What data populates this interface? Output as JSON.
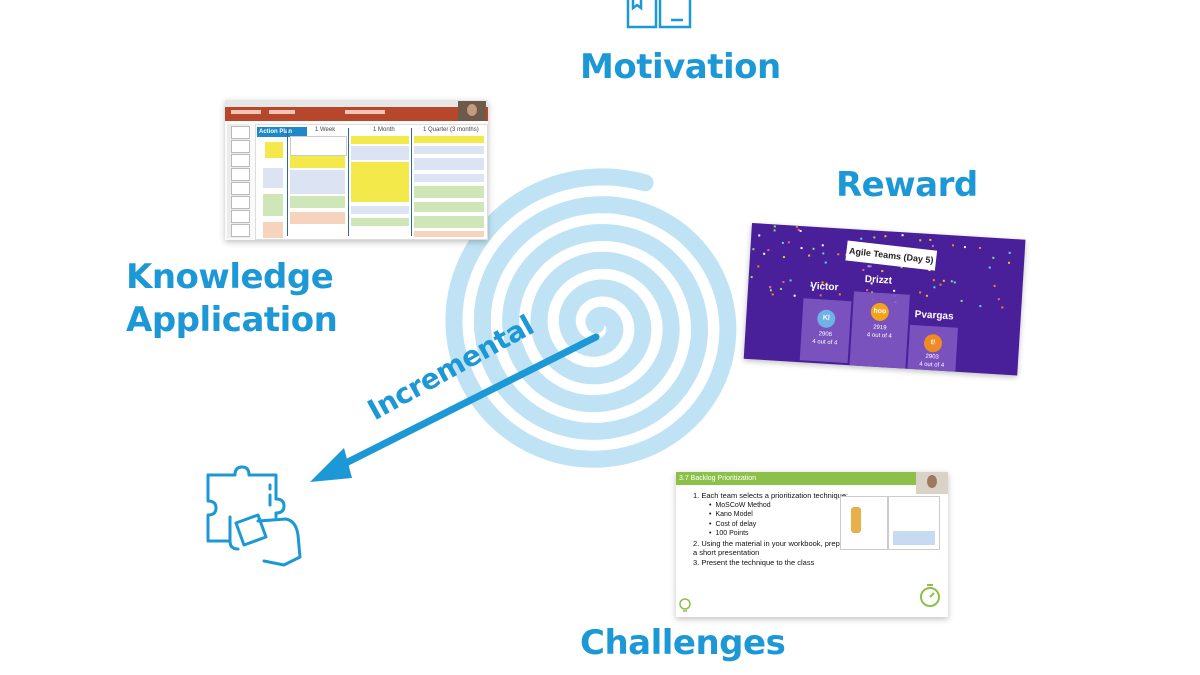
{
  "labels": {
    "motivation": "Motivation",
    "reward": "Reward",
    "knowledge_line1": "Knowledge",
    "knowledge_line2": "Application",
    "incremental": "Incremental",
    "challenges": "Challenges"
  },
  "colors": {
    "accent": "#1d98d6",
    "spiral": "#bfe3f4",
    "reward_bg": "#4a1f9a",
    "backlog_header": "#8cc049"
  },
  "icons": {
    "motivation": "books-icon",
    "knowledge": "puzzle-hand-icon"
  },
  "action_plan": {
    "title": "Action Plan",
    "columns": [
      "1 Week",
      "1 Month",
      "1 Quarter (3 months)"
    ]
  },
  "reward_slide": {
    "banner": "Agile Teams (Day 5)",
    "podium": [
      {
        "name": "Victor",
        "badge": "Kl",
        "score": "2906",
        "detail": "4 out of 4"
      },
      {
        "name": "Drizzt",
        "badge": "hoo",
        "score": "2919",
        "detail": "4 out of 4"
      },
      {
        "name": "Pvargas",
        "badge": "t!",
        "score": "2903",
        "detail": "4 out of 4"
      }
    ]
  },
  "backlog_slide": {
    "header": "3.7 Backlog Prioritization",
    "step1": "1. Each team selects a prioritization technique:",
    "options": [
      "MoSCoW Method",
      "Kano Model",
      "Cost of delay",
      "100 Points"
    ],
    "step2": "2. Using the material in your workbook, prepare a short presentation",
    "step3": "3. Present the technique to the class"
  }
}
